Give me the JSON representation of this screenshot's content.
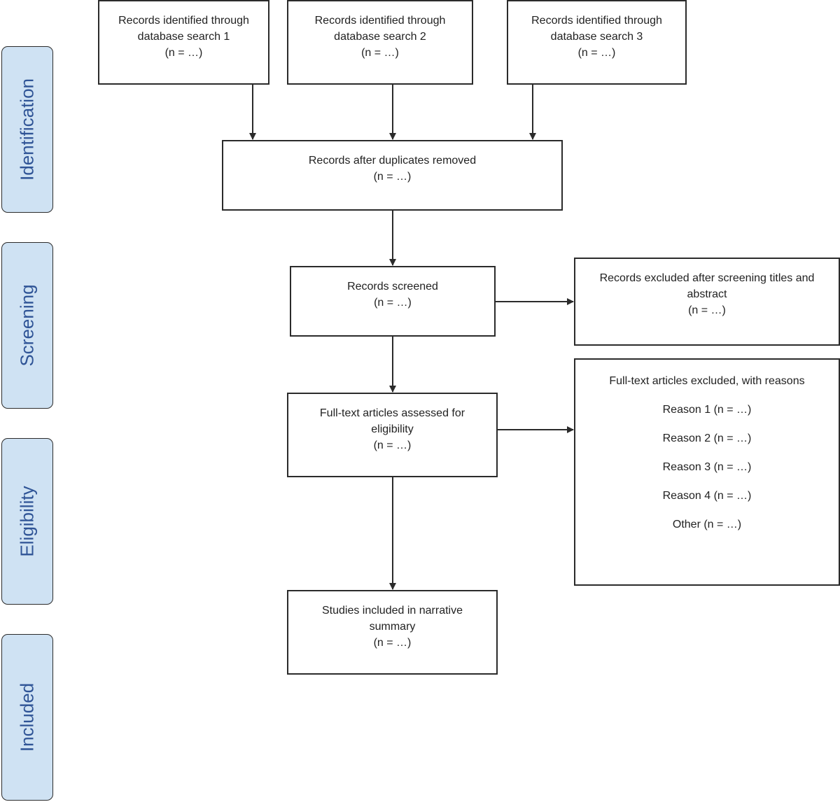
{
  "stages": {
    "identification": "Identification",
    "screening": "Screening",
    "eligibility": "Eligibility",
    "included": "Included"
  },
  "sources": [
    {
      "line1": "Records identified through",
      "line2": "database search 1",
      "count": "(n = …)"
    },
    {
      "line1": "Records identified through",
      "line2": "database search 2",
      "count": "(n = …)"
    },
    {
      "line1": "Records identified through",
      "line2": "database search 3",
      "count": "(n = …)"
    }
  ],
  "deduplicated": {
    "line1": "Records after duplicates removed",
    "count": "(n = …)"
  },
  "screened": {
    "line1": "Records screened",
    "count": "(n = …)"
  },
  "excluded_screening": {
    "line1": "Records excluded after screening titles and",
    "line2": "abstract",
    "count": "(n = …)"
  },
  "fulltext": {
    "line1": "Full-text articles assessed for",
    "line2": "eligibility",
    "count": "(n = …)"
  },
  "excluded_fulltext": {
    "title": "Full-text articles excluded, with reasons",
    "reasons": [
      "Reason 1 (n = …)",
      "Reason 2 (n = …)",
      "Reason 3 (n = …)",
      "Reason 4 (n = …)",
      "Other (n = …)"
    ]
  },
  "included": {
    "line1": "Studies included in narrative",
    "line2": "summary",
    "count": "(n = …)"
  }
}
